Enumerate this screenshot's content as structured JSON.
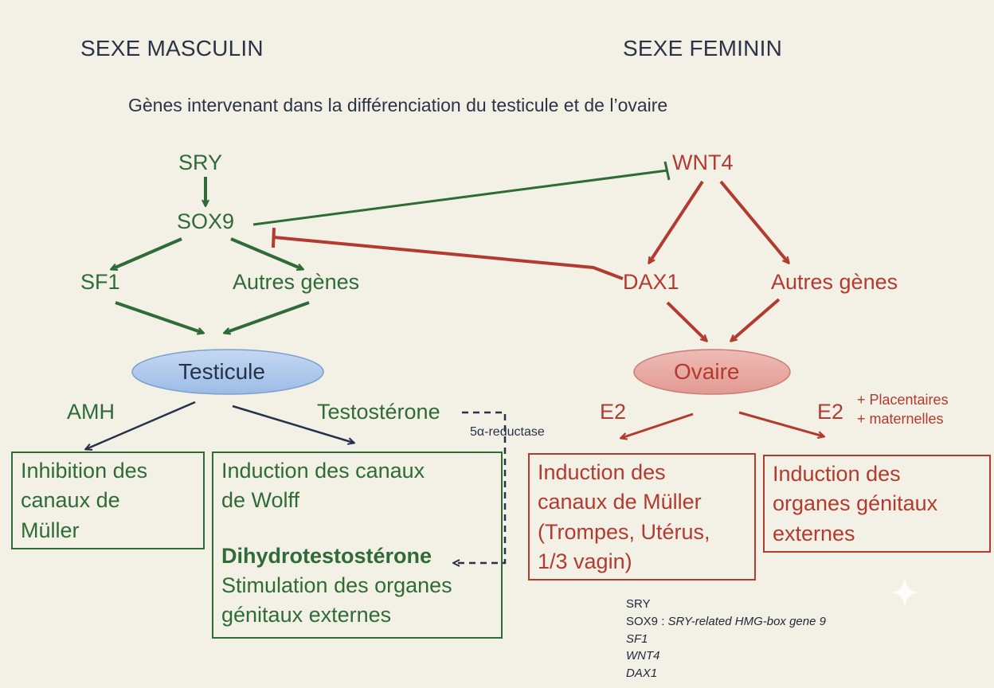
{
  "headings": {
    "male": "SEXE MASCULIN",
    "female": "SEXE FEMININ",
    "subtitle": "Gènes intervenant dans la différenciation du testicule et de l’ovaire"
  },
  "male": {
    "sry": "SRY",
    "sox9": "SOX9",
    "sf1": "SF1",
    "other_genes": "Autres gènes",
    "organ": "Testicule",
    "amh": "AMH",
    "testosterone": "Testostérone",
    "reductase": "5α-reductase",
    "box_inhibition": [
      "Inhibition des",
      "canaux de",
      "Müller"
    ],
    "box_wolff": [
      "Induction des canaux",
      "de Wolff"
    ],
    "box_dht_title": "Dihydrotestostérone",
    "box_dht": [
      "Stimulation des organes",
      "génitaux externes"
    ]
  },
  "female": {
    "wnt4": "WNT4",
    "dax1": "DAX1",
    "other_genes": "Autres gènes",
    "organ": "Ovaire",
    "e2_left": "E2",
    "e2_right": "E2",
    "placental": "+ Placentaires",
    "maternal": "+ maternelles",
    "box_muller": [
      "Induction des",
      "canaux de Müller",
      "(Trompes, Utérus,",
      "1/3 vagin)"
    ],
    "box_external": [
      "Induction des",
      "organes génitaux",
      "externes"
    ]
  },
  "legend": {
    "sry": "SRY",
    "sox9_name": "SOX9",
    "sox9_sep": " : ",
    "sox9_desc": "SRY-related HMG-box gene 9",
    "sf1": "SF1",
    "wnt4": "WNT4",
    "dax1": "DAX1"
  },
  "colors": {
    "male": "#2f6b37",
    "female": "#b33a2e",
    "navy": "#27324a",
    "testicule_fill": "#a9c5ea",
    "ovaire_fill": "#e7a8a1"
  }
}
